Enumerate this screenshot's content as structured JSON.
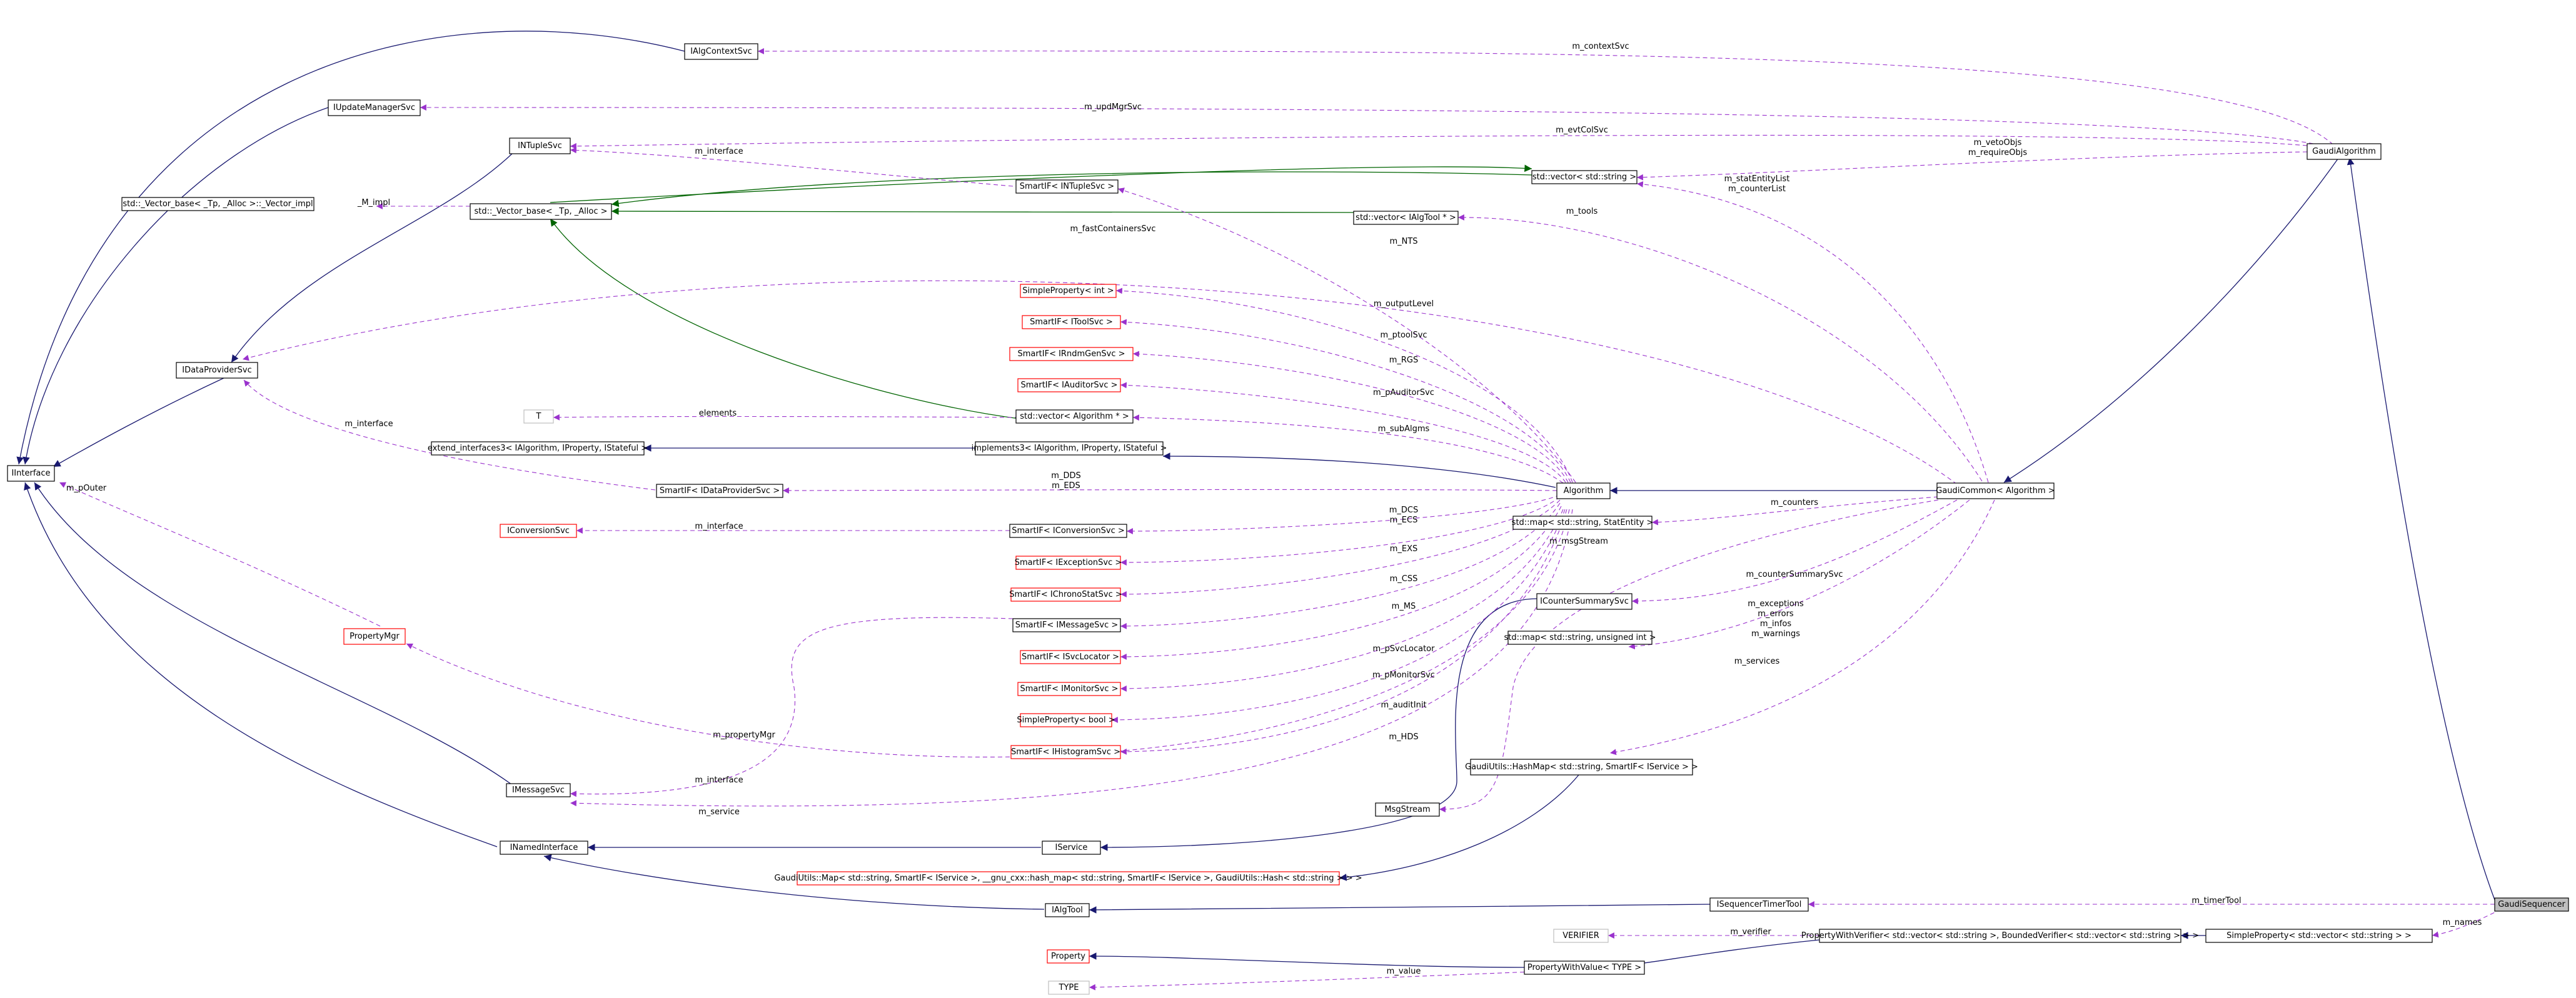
{
  "nodes": {
    "gaudisequencer": "GaudiSequencer",
    "simpleproperty_vec": "SimpleProperty< std::vector< std::string > >",
    "propwithverifier": "PropertyWithVerifier< std::vector< std::string >, BoundedVerifier< std::vector< std::string > > >",
    "verifier": "VERIFIER",
    "propwithvalue": "PropertyWithValue< TYPE >",
    "property": "Property",
    "type": "TYPE",
    "isequencertimertool": "ISequencerTimerTool",
    "ialgtool": "IAlgTool",
    "inamedinterface": "INamedInterface",
    "iinterface": "IInterface",
    "gaudihashmap_long": "GaudiUtils::Map< std::string, SmartIF< IService >, __gnu_cxx::hash_map< std::string, SmartIF< IService >, GaudiUtils::Hash< std::string > > >",
    "iservice": "IService",
    "msgstream": "MsgStream",
    "imessagesvc": "IMessageSvc",
    "propertymgr": "PropertyMgr",
    "iconversionsvc": "IConversionSvc",
    "smartif_idataprovider": "SmartIF< IDataProviderSvc >",
    "extend_interfaces": "extend_interfaces3< IAlgorithm, IProperty, IStateful >",
    "t": "T",
    "idataprovidersvc": "IDataProviderSvc",
    "vector_impl": "std::_Vector_base< _Tp, _Alloc >::_Vector_impl",
    "vector_base": "std::_Vector_base< _Tp, _Alloc >",
    "intuplesvc": "INTupleSvc",
    "iupdatemanagersvc": "IUpdateManagerSvc",
    "ialgcontextsvc": "IAlgContextSvc",
    "smartif_intuple": "SmartIF< INTupleSvc >",
    "simpleproperty_int": "SimpleProperty< int >",
    "smartif_itoolsvc": "SmartIF< IToolSvc >",
    "smartif_irndm": "SmartIF< IRndmGenSvc >",
    "smartif_iauditor": "SmartIF< IAuditorSvc >",
    "vector_algorithm": "std::vector< Algorithm * >",
    "implements3": "implements3< IAlgorithm, IProperty, IStateful >",
    "smartif_iconversion": "SmartIF< IConversionSvc >",
    "smartif_iexception": "SmartIF< IExceptionSvc >",
    "smartif_ichrono": "SmartIF< IChronoStatSvc >",
    "smartif_imessage": "SmartIF< IMessageSvc >",
    "smartif_isvclocator": "SmartIF< ISvcLocator >",
    "smartif_imonitor": "SmartIF< IMonitorSvc >",
    "simpleproperty_bool": "SimpleProperty< bool >",
    "smartif_ihistogram": "SmartIF< IHistogramSvc >",
    "algorithm": "Algorithm",
    "vector_string": "std::vector< std::string >",
    "vector_ialgtool": "std::vector< IAlgTool * >",
    "map_statentity": "std::map< std::string, StatEntity >",
    "icountersummarysvc": "ICounterSummarySvc",
    "map_unsigned": "std::map< std::string, unsigned int >",
    "gaudihashmap": "GaudiUtils::HashMap< std::string, SmartIF< IService > >",
    "gaudicommon": "GaudiCommon< Algorithm >",
    "gaudialgorithm": "GaudiAlgorithm"
  },
  "edge_labels": {
    "contextsvc": "m_contextSvc",
    "updmgrsvc": "m_updMgrSvc",
    "evtcolsvc": "m_evtColSvc",
    "vetoobjs": "m_vetoObjs",
    "requireobjs": "m_requireObjs",
    "interface_ntuple": "m_interface",
    "m_impl": "_M_impl",
    "statentitylist": "m_statEntityList",
    "counterlist": "m_counterList",
    "tools": "m_tools",
    "fastcontainerssvc": "m_fastContainersSvc",
    "nts": "m_NTS",
    "outputlevel": "m_outputLevel",
    "ptoolsvc": "m_ptoolSvc",
    "rgs": "m_RGS",
    "pauditorsvc": "m_pAuditorSvc",
    "elements": "elements",
    "subalgms": "m_subAlgms",
    "interface_dp": "m_interface",
    "pouter": "m_pOuter",
    "dds": "m_DDS",
    "eds": "m_EDS",
    "counters": "m_counters",
    "interface_conv": "m_interface",
    "dcs": "m_DCS",
    "ecs": "m_ECS",
    "msgstream": "m_msgStream",
    "exs": "m_EXS",
    "countersummarysvc": "m_counterSummarySvc",
    "css": "m_CSS",
    "ms": "m_MS",
    "exceptions": "m_exceptions",
    "errors": "m_errors",
    "infos": "m_infos",
    "warnings": "m_warnings",
    "psvclocator": "m_pSvcLocator",
    "services": "m_services",
    "pmonitorsvc": "m_pMonitorSvc",
    "auditinit": "m_auditInit",
    "propertymgr": "m_propertyMgr",
    "hds": "m_HDS",
    "interface_msg": "m_interface",
    "service": "m_service",
    "timertool": "m_timerTool",
    "names": "m_names",
    "verifier": "m_verifier",
    "value": "m_value"
  },
  "colors": {
    "inheritance": "#191970",
    "template_instance": "#006400",
    "usage": "#9a32cd",
    "node_border": "#000000",
    "undocumented_border": "#ff0000",
    "external_border": "#bfbfbf",
    "highlight_fill": "#bfbfbf"
  }
}
